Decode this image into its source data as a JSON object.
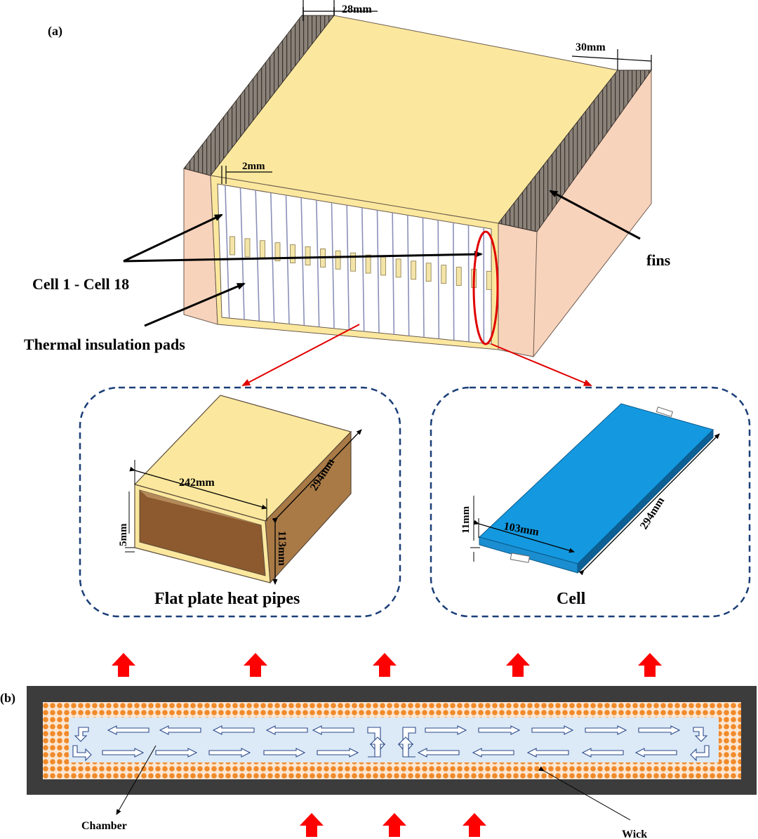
{
  "panel_a": {
    "label": "(a)",
    "dims": {
      "top_left": "28mm",
      "top_right": "30mm",
      "gap": "2mm"
    },
    "callouts": {
      "cells": "Cell 1 - Cell 18",
      "fins": "fins",
      "pads": "Thermal insulation pads"
    },
    "cell_count": 18,
    "heat_pipe_inset": {
      "title": "Flat plate heat pipes",
      "width": "242mm",
      "depth": "294mm",
      "thickness": "5mm",
      "height": "113mm"
    },
    "cell_inset": {
      "title": "Cell",
      "thickness": "11mm",
      "width": "103mm",
      "length": "294mm"
    }
  },
  "panel_b": {
    "label": "(b)",
    "chamber_label": "Chamber",
    "wick_label": "Wick"
  },
  "colors": {
    "top_yellow": "#fbe89e",
    "side_pink": "#f8d3bc",
    "cell_blue": "#1499e0",
    "heat_arrow_red": "#ff0000",
    "wick_orange": "#f08a2a",
    "chamber_blue": "#dce9f7",
    "inset_border": "#1a3e78",
    "casing_dark": "#3c3c3c"
  }
}
